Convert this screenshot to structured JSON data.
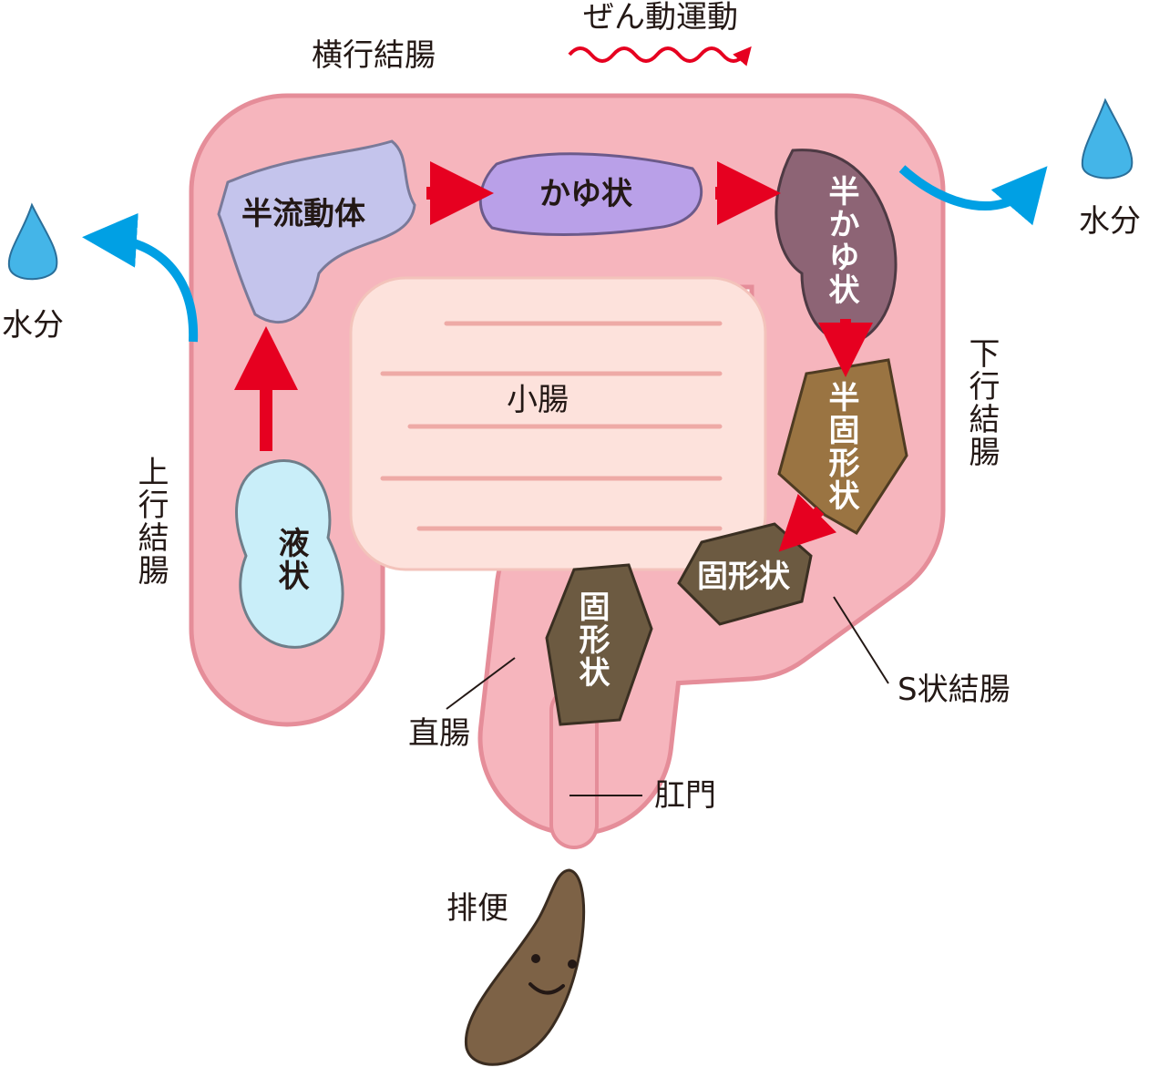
{
  "title_motion": "ぜん動運動",
  "labels": {
    "transverse_colon": "横行結腸",
    "ascending_colon": "上行結腸",
    "descending_colon": "下行結腸",
    "sigmoid_colon": "S状結腸",
    "rectum": "直腸",
    "anus": "肛門",
    "small_intestine": "小腸",
    "water_left": "水分",
    "water_right": "水分",
    "defecation": "排便"
  },
  "stages": {
    "liquid": "液状",
    "semi_fluid": "半流動体",
    "porridge": "かゆ状",
    "semi_porridge": "半かゆ状",
    "semi_solid": "半固形状",
    "solid_sigmoid": "固形状",
    "solid_rectum": "固形状"
  },
  "colors": {
    "colon": "#f6b5bd",
    "colon_edge": "#e58d99",
    "small_intestine": "#fde2dc",
    "liquid": "#c9eef9",
    "semi_fluid": "#c4c4ec",
    "porridge": "#b9a0e8",
    "semi_porridge": "#8d6475",
    "semi_solid": "#9a7442",
    "solid": "#6c5a41",
    "stool": "#7d6246",
    "red_arrow": "#e60020",
    "blue_arrow": "#00a0e4",
    "water": "#44b5e8"
  }
}
